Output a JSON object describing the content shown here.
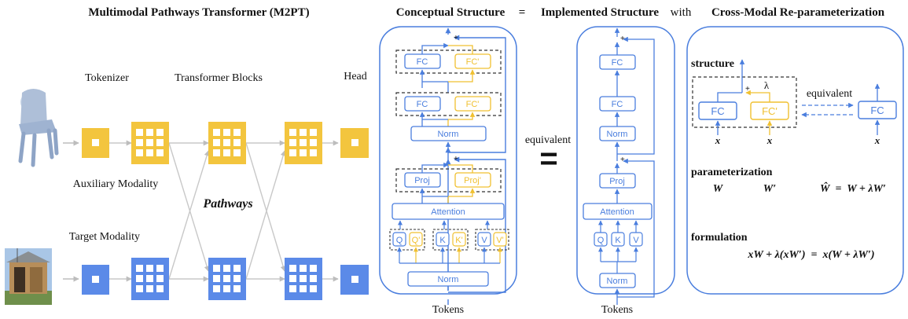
{
  "colors": {
    "blue": "#4a7ede",
    "blue_fill": "#5b8ae8",
    "yellow": "#f0c030",
    "yellow_fill": "#f3c53e",
    "grey_line": "#c8c8c8",
    "text": "#111111",
    "arrow_grey": "#bdbdbd"
  },
  "left": {
    "title": "Multimodal Pathways Transformer (M2PT)",
    "tokenizer_label": "Tokenizer",
    "blocks_label": "Transformer Blocks",
    "head_label": "Head",
    "aux_label": "Auxiliary Modality",
    "pathways_label": "Pathways",
    "target_label": "Target Modality",
    "aux_image_icon": "chair-point-cloud-image",
    "target_image_icon": "shed-photo-image"
  },
  "header": {
    "conceptual": "Conceptual Structure",
    "equals": "=",
    "implemented": "Implemented Structure",
    "with": "with",
    "crossmodal": "Cross-Modal Re-parameterization"
  },
  "conceptual": {
    "fc": "FC",
    "fc_prime": "FC'",
    "norm": "Norm",
    "proj": "Proj",
    "proj_prime": "Proj'",
    "attention": "Attention",
    "q": "Q",
    "q_prime": "Q'",
    "k": "K",
    "k_prime": "K'",
    "v": "V",
    "v_prime": "V'",
    "norm_bottom": "Norm",
    "tokens": "Tokens",
    "plus": "+"
  },
  "middle": {
    "equivalent": "equivalent",
    "big_equals": "="
  },
  "implemented": {
    "fc": "FC",
    "norm": "Norm",
    "proj": "Proj",
    "attention": "Attention",
    "q": "Q",
    "k": "K",
    "v": "V",
    "norm_bottom": "Norm",
    "tokens": "Tokens",
    "plus": "+"
  },
  "reparam": {
    "structure": "structure",
    "fc": "FC",
    "fc_prime": "FC'",
    "lambda": "λ",
    "plus": "+",
    "x": "x",
    "equivalent": "equivalent",
    "parameterization": "parameterization",
    "W": "W",
    "W_prime": "W′",
    "W_hat_eq": "Ŵ  =  W + λW′",
    "formulation": "formulation",
    "formula": "xW + λ(xW′)  =  x(W + λW′)"
  }
}
